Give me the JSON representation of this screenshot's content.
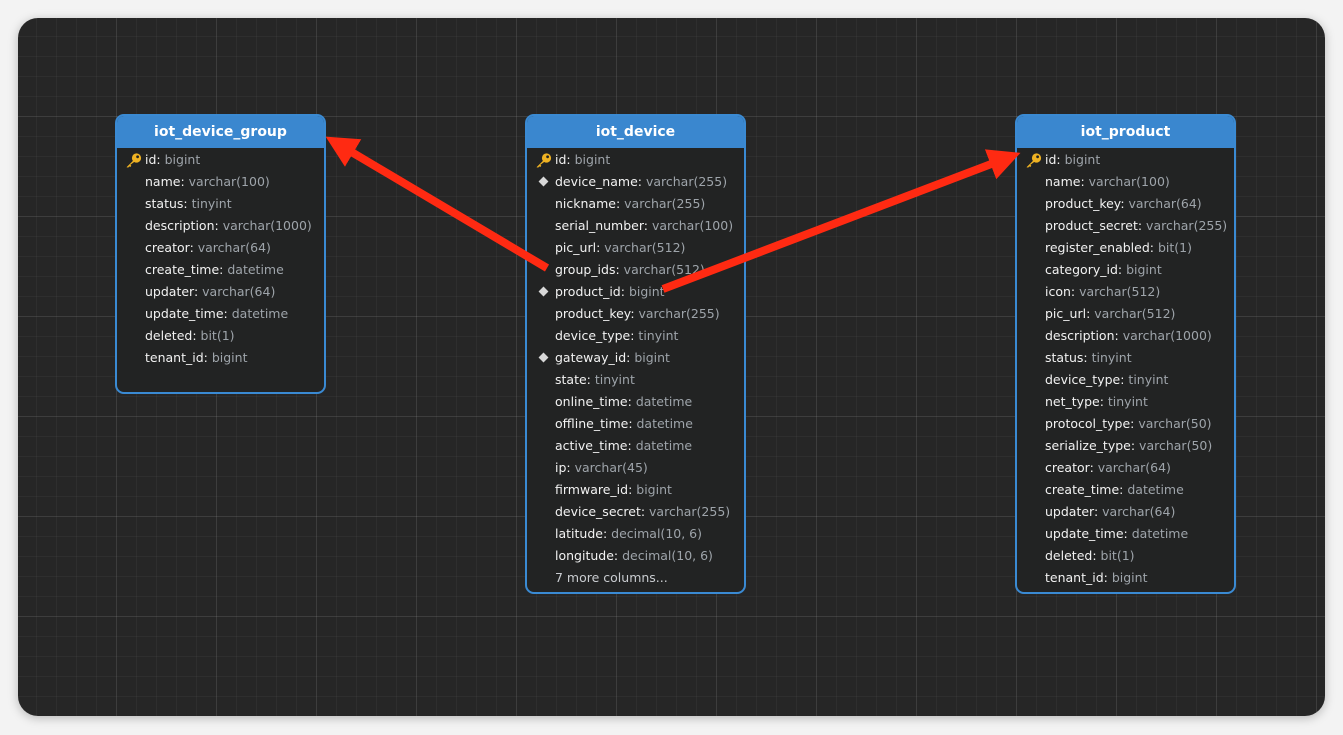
{
  "tables": {
    "iot_device_group": {
      "title": "iot_device_group",
      "columns": [
        {
          "name": "id",
          "type": "bigint",
          "icon": "primary-key-icon"
        },
        {
          "name": "name",
          "type": "varchar(100)"
        },
        {
          "name": "status",
          "type": "tinyint"
        },
        {
          "name": "description",
          "type": "varchar(1000)"
        },
        {
          "name": "creator",
          "type": "varchar(64)"
        },
        {
          "name": "create_time",
          "type": "datetime"
        },
        {
          "name": "updater",
          "type": "varchar(64)"
        },
        {
          "name": "update_time",
          "type": "datetime"
        },
        {
          "name": "deleted",
          "type": "bit(1)"
        },
        {
          "name": "tenant_id",
          "type": "bigint"
        }
      ]
    },
    "iot_device": {
      "title": "iot_device",
      "columns": [
        {
          "name": "id",
          "type": "bigint",
          "icon": "primary-key-icon"
        },
        {
          "name": "device_name",
          "type": "varchar(255)",
          "icon": "index-diamond-icon"
        },
        {
          "name": "nickname",
          "type": "varchar(255)"
        },
        {
          "name": "serial_number",
          "type": "varchar(100)"
        },
        {
          "name": "pic_url",
          "type": "varchar(512)"
        },
        {
          "name": "group_ids",
          "type": "varchar(512)"
        },
        {
          "name": "product_id",
          "type": "bigint",
          "icon": "index-diamond-icon"
        },
        {
          "name": "product_key",
          "type": "varchar(255)"
        },
        {
          "name": "device_type",
          "type": "tinyint"
        },
        {
          "name": "gateway_id",
          "type": "bigint",
          "icon": "index-diamond-icon"
        },
        {
          "name": "state",
          "type": "tinyint"
        },
        {
          "name": "online_time",
          "type": "datetime"
        },
        {
          "name": "offline_time",
          "type": "datetime"
        },
        {
          "name": "active_time",
          "type": "datetime"
        },
        {
          "name": "ip",
          "type": "varchar(45)"
        },
        {
          "name": "firmware_id",
          "type": "bigint"
        },
        {
          "name": "device_secret",
          "type": "varchar(255)"
        },
        {
          "name": "latitude",
          "type": "decimal(10, 6)"
        },
        {
          "name": "longitude",
          "type": "decimal(10, 6)"
        }
      ],
      "more_label": "7 more columns..."
    },
    "iot_product": {
      "title": "iot_product",
      "columns": [
        {
          "name": "id",
          "type": "bigint",
          "icon": "primary-key-icon"
        },
        {
          "name": "name",
          "type": "varchar(100)"
        },
        {
          "name": "product_key",
          "type": "varchar(64)"
        },
        {
          "name": "product_secret",
          "type": "varchar(255)"
        },
        {
          "name": "register_enabled",
          "type": "bit(1)"
        },
        {
          "name": "category_id",
          "type": "bigint"
        },
        {
          "name": "icon",
          "type": "varchar(512)"
        },
        {
          "name": "pic_url",
          "type": "varchar(512)"
        },
        {
          "name": "description",
          "type": "varchar(1000)"
        },
        {
          "name": "status",
          "type": "tinyint"
        },
        {
          "name": "device_type",
          "type": "tinyint"
        },
        {
          "name": "net_type",
          "type": "tinyint"
        },
        {
          "name": "protocol_type",
          "type": "varchar(50)"
        },
        {
          "name": "serialize_type",
          "type": "varchar(50)"
        },
        {
          "name": "creator",
          "type": "varchar(64)"
        },
        {
          "name": "create_time",
          "type": "datetime"
        },
        {
          "name": "updater",
          "type": "varchar(64)"
        },
        {
          "name": "update_time",
          "type": "datetime"
        },
        {
          "name": "deleted",
          "type": "bit(1)"
        },
        {
          "name": "tenant_id",
          "type": "bigint"
        }
      ]
    }
  },
  "relations": [
    {
      "from": "iot_device.group_ids",
      "to": "iot_device_group"
    },
    {
      "from": "iot_device.product_id",
      "to": "iot_product.id"
    }
  ],
  "colors": {
    "header": "#3a87cf",
    "border": "#3a8ad3",
    "arrow": "#ff2a12",
    "key": "#f0b323",
    "canvas": "#262626"
  }
}
